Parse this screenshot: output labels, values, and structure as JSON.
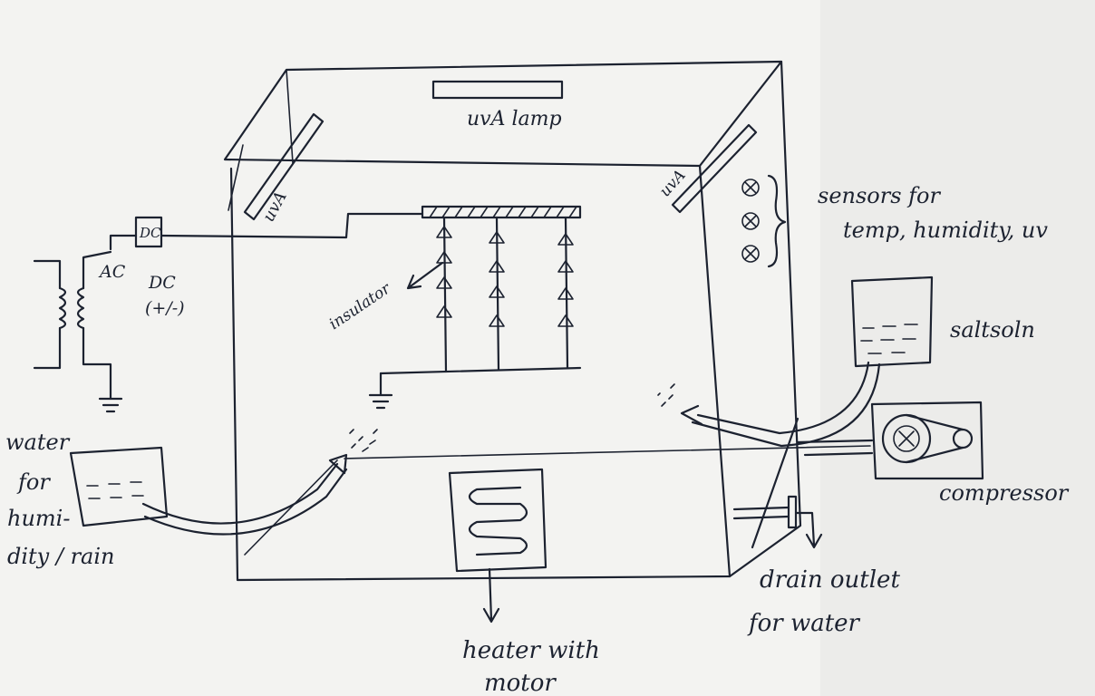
{
  "labels": {
    "uva_lamp": "uvA lamp",
    "uva_left": "uvA",
    "uva_right": "uvA",
    "sensors_line1": "sensors for",
    "sensors_line2": "temp, humidity, uv",
    "insulator": "insulator",
    "ac": "AC",
    "dc_line1": "DC",
    "dc_line2": "(+/-)",
    "rectifier": "DC",
    "salt_soln": "saltsoln",
    "compressor": "compressor",
    "water_line1": "water",
    "water_line2": "for",
    "water_line3": "humi-",
    "water_line4": "dity / rain",
    "heater_line1": "heater with",
    "heater_line2": "motor",
    "drain_line1": "drain outlet",
    "drain_line2": "for water"
  },
  "colors": {
    "paper": "#f3f3f1",
    "ink": "#1c2230"
  }
}
